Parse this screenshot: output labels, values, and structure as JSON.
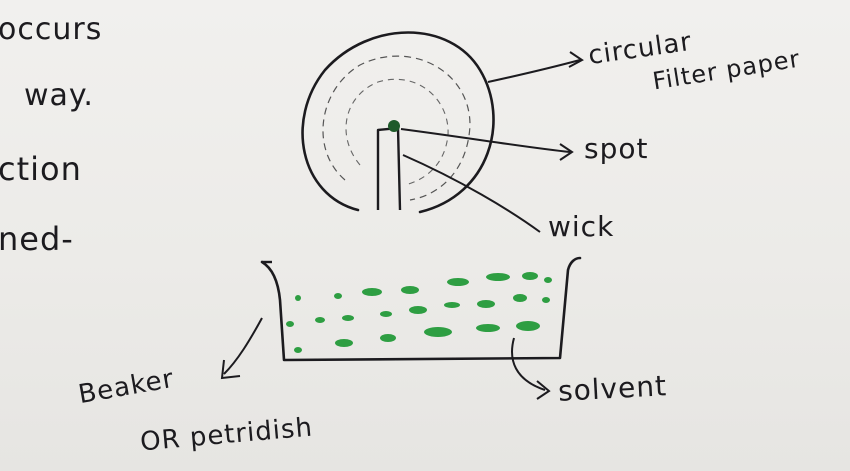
{
  "notes": {
    "line1": "occurs",
    "line2": "way.",
    "line3": "ction",
    "line4": "ned-"
  },
  "labels": {
    "filter_line1": "circular",
    "filter_line2": "Filter paper",
    "spot": "spot",
    "wick": "wick",
    "beaker_line1": "Beaker",
    "beaker_line2": "OR petridish",
    "solvent": "solvent"
  },
  "colors": {
    "ink": "#1c1b1f",
    "spot": "#1e5a2a",
    "solvent": "#2e9e42",
    "paper": "#efeeec"
  }
}
